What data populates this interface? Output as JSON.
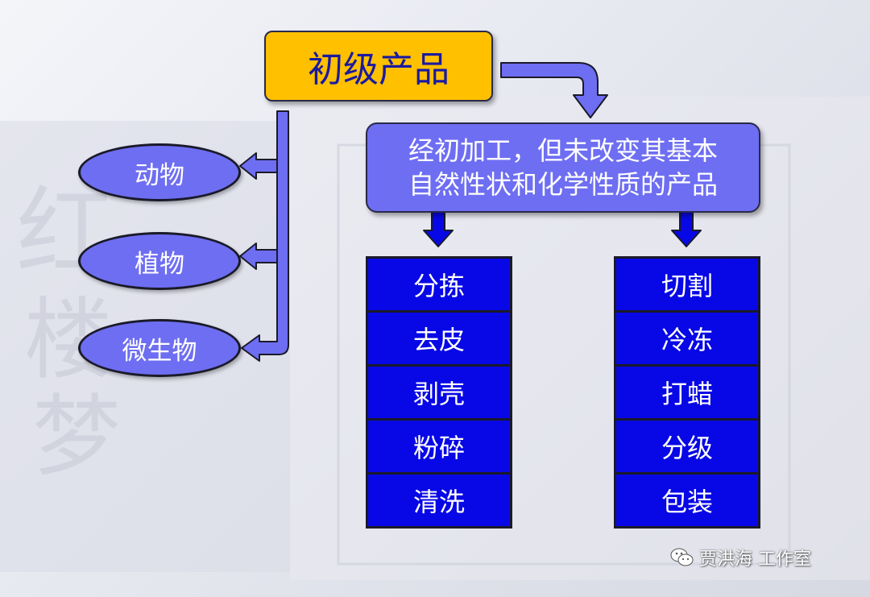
{
  "root": {
    "label": "初级产品"
  },
  "definition": {
    "line1": "经初加工，但未改变其基本",
    "line2": "自然性状和化学性质的产品"
  },
  "sources": [
    "动物",
    "植物",
    "微生物"
  ],
  "left_column": [
    "分拣",
    "去皮",
    "剥壳",
    "粉碎",
    "清洗"
  ],
  "right_column": [
    "切割",
    "冷冻",
    "打蜡",
    "分级",
    "包装"
  ],
  "watermark": {
    "text": "贾洪海 工作室",
    "icon": "wechat-icon"
  },
  "colors": {
    "title_fill": "#ffc000",
    "title_text": "#1a1aa0",
    "oval_fill": "#6e6ef2",
    "cell_fill": "#0808e6",
    "arrow_fill": "#6e6ef2"
  }
}
